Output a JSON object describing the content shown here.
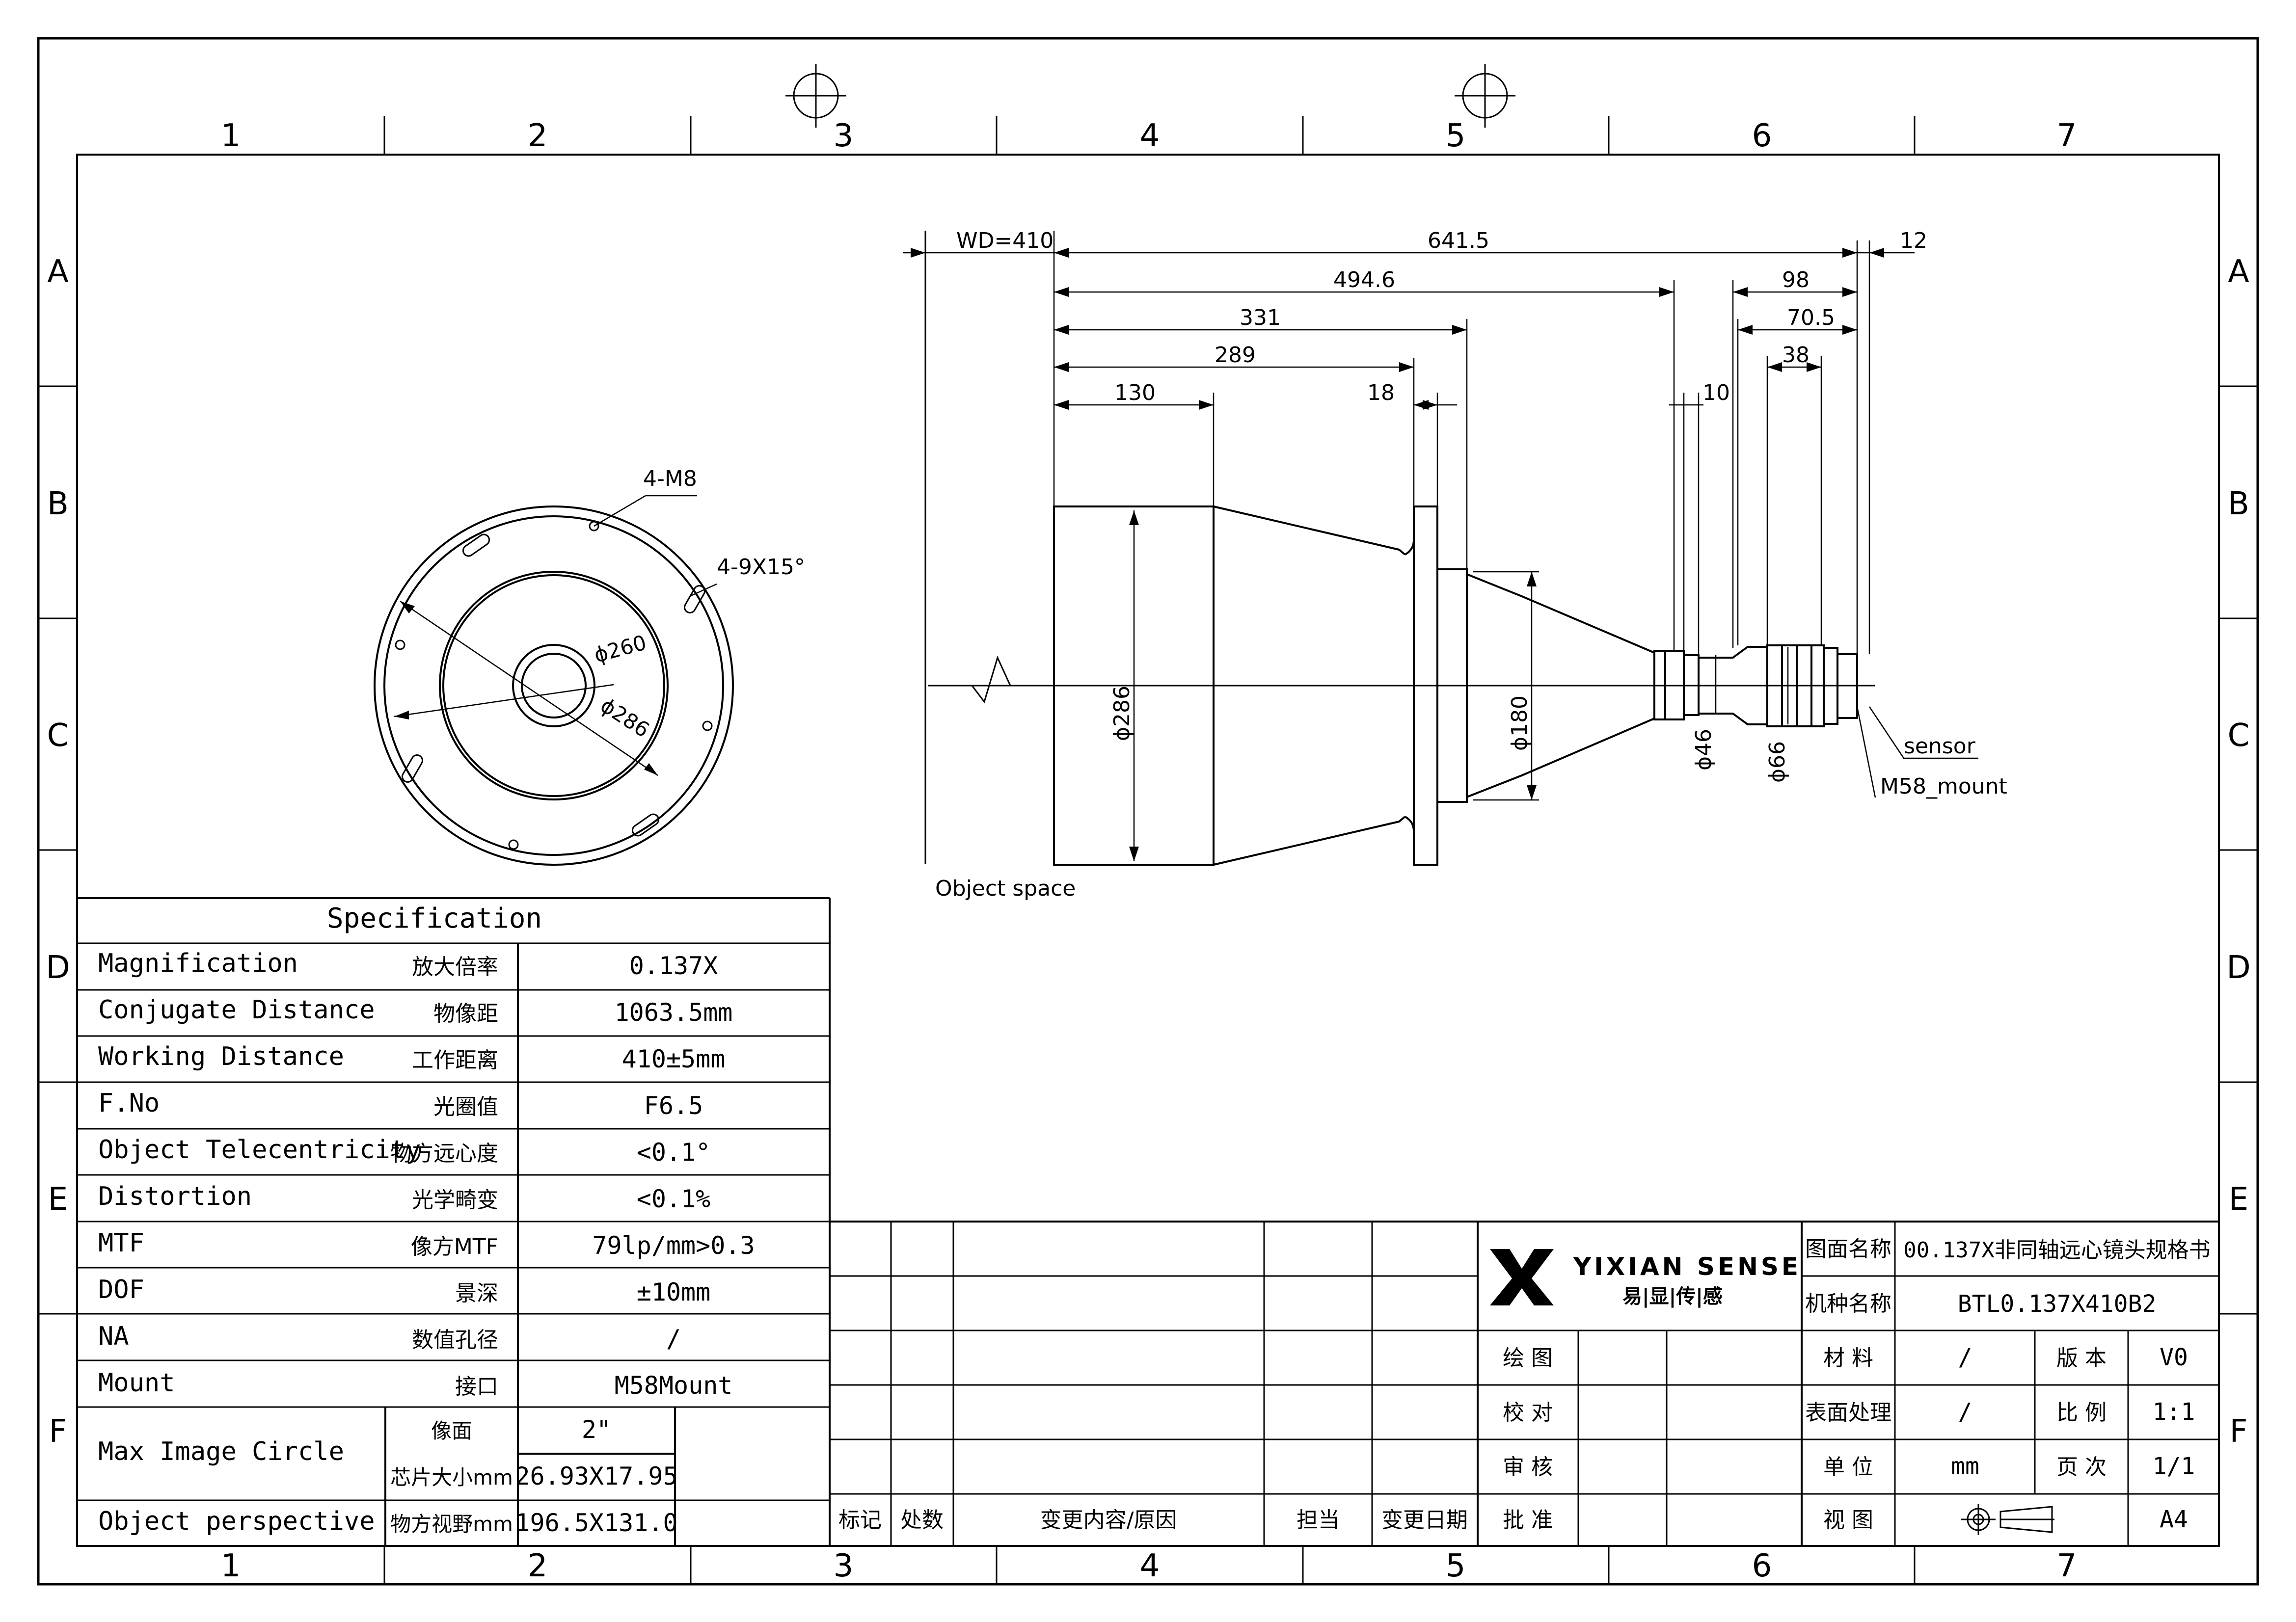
{
  "frame": {
    "columns": [
      "1",
      "2",
      "3",
      "4",
      "5",
      "6",
      "7"
    ],
    "rows": [
      "A",
      "B",
      "C",
      "D",
      "E",
      "F"
    ]
  },
  "side_view": {
    "wd": "WD=410",
    "overall": "641.5",
    "d494": "494.6",
    "d331": "331",
    "d289": "289",
    "d130": "130",
    "d18": "18",
    "d10": "10",
    "d98": "98",
    "d70": "70.5",
    "d38": "38",
    "d12": "12",
    "dia286": "ϕ286",
    "dia180": "ϕ180",
    "dia46": "ϕ46",
    "dia66": "ϕ66",
    "sensor": "sensor",
    "mount": "M58_mount",
    "object_space": "Object space"
  },
  "front_view": {
    "holes": "4-M8",
    "slots": "4-9X15°",
    "dia260": "ϕ260",
    "dia286": "ϕ286"
  },
  "spec": {
    "title": "Specification",
    "rows": [
      {
        "en": "Magnification",
        "cn": "放大倍率",
        "val": "0.137X"
      },
      {
        "en": "Conjugate Distance",
        "cn": "物像距",
        "val": "1063.5mm"
      },
      {
        "en": "Working Distance",
        "cn": "工作距离",
        "val": "410±5mm"
      },
      {
        "en": "F.No",
        "cn": "光圈值",
        "val": "F6.5"
      },
      {
        "en": "Object Telecentricity",
        "cn": "物方远心度",
        "val": "<0.1°"
      },
      {
        "en": "Distortion",
        "cn": "光学畸变",
        "val": "<0.1%"
      },
      {
        "en": "MTF",
        "cn": "像方MTF",
        "val": "79lp/mm>0.3"
      },
      {
        "en": "DOF",
        "cn": "景深",
        "val": "±10mm"
      },
      {
        "en": "NA",
        "cn": "数值孔径",
        "val": "/"
      },
      {
        "en": "Mount",
        "cn": "接口",
        "val": "M58Mount"
      }
    ],
    "mic": {
      "en": "Max Image Circle",
      "sub1_cn": "像面",
      "sub1_val": "2\"",
      "sub2_cn": "芯片大小mm",
      "sub2_val": "26.93X17.95"
    },
    "op": {
      "en": "Object perspective",
      "cn": "物方视野mm",
      "val": "196.5X131.0"
    }
  },
  "title_block": {
    "logo_en": "YIXIAN SENSE",
    "logo_cn": "易|显|传|感",
    "rev_headers": [
      "标记",
      "处数",
      "变更内容/原因",
      "担当",
      "变更日期"
    ],
    "drawn": "绘 图",
    "checked": "校 对",
    "reviewed": "审 核",
    "approved": "批 准",
    "drawing_name_label": "图面名称",
    "drawing_name": "00.137X非同轴远心镜头规格书",
    "model_label": "机种名称",
    "model": "BTL0.137X410B2",
    "material_label": "材 料",
    "material": "/",
    "version_label": "版 本",
    "version": "V0",
    "finish_label": "表面处理",
    "finish": "/",
    "scale_label": "比 例",
    "scale": "1:1",
    "unit_label": "单 位",
    "unit": "mm",
    "page_label": "页 次",
    "page": "1/1",
    "view_label": "视 图",
    "size": "A4"
  }
}
